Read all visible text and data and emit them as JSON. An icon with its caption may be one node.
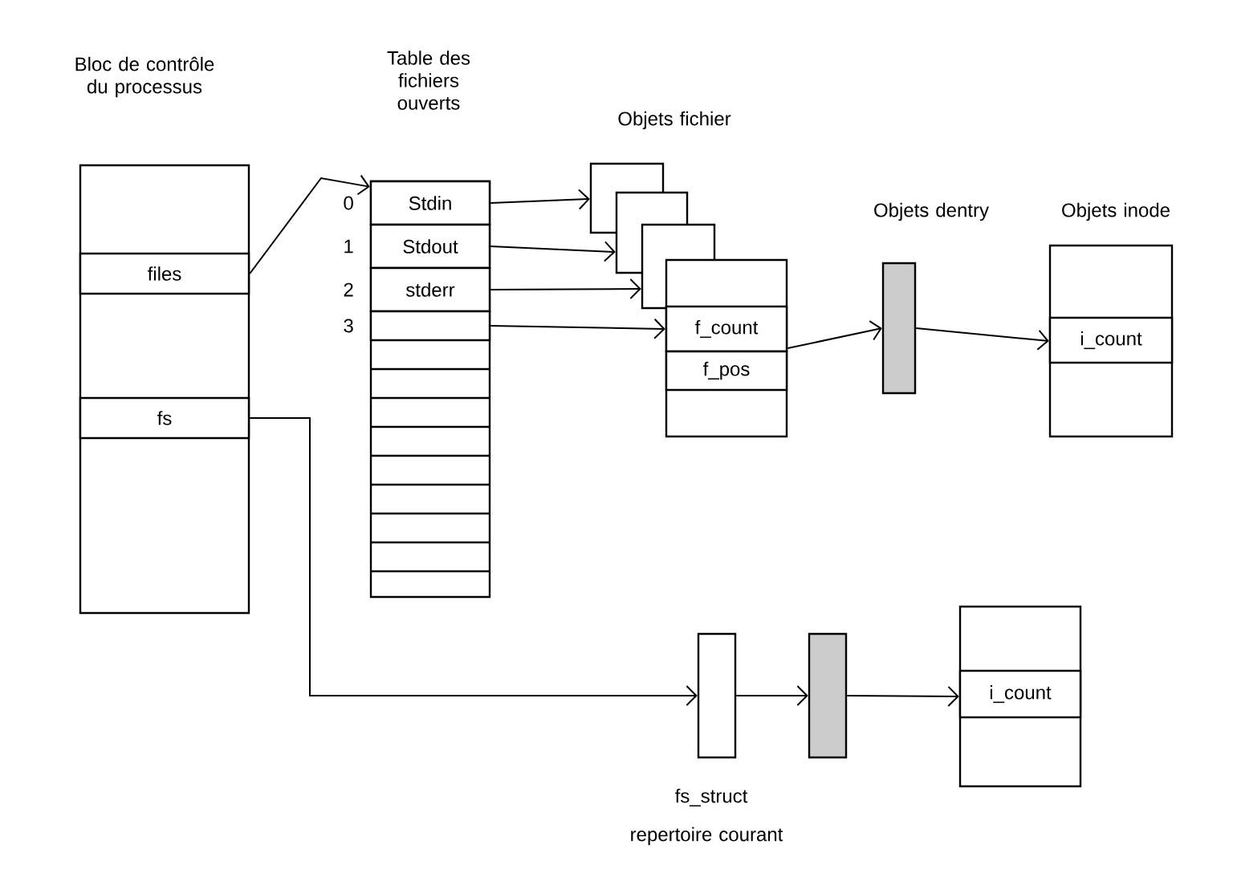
{
  "diagram": {
    "nodes": [
      {
        "text": [
          "Bloc de contrôle du processus"
        ]
      },
      {
        "text": [
          "files"
        ],
        "in": 0
      },
      {
        "text": [
          "fs"
        ],
        "in": 0
      },
      {
        "text": [
          "Table des fichiers ouverts"
        ]
      },
      {
        "text": [
          "Stdin"
        ],
        "in": 3,
        "beside": [
          "0"
        ]
      },
      {
        "text": [
          "Stdout"
        ],
        "in": 3,
        "beside": [
          "1"
        ]
      },
      {
        "text": [
          "stderr"
        ],
        "in": 3,
        "beside": [
          "2"
        ]
      },
      {
        "text": [],
        "shape": "box",
        "in": 3,
        "beside": [
          "3"
        ]
      },
      {
        "text": [],
        "shape": "box"
      },
      {
        "text": [],
        "shape": "box"
      },
      {
        "text": [],
        "shape": "box"
      },
      {
        "text": [],
        "shape": "box"
      },
      {
        "text": [
          "f_count"
        ],
        "in": 11
      },
      {
        "text": [
          "f_pos"
        ],
        "in": 11
      },
      {
        "text": [
          "Objets dentry"
        ]
      },
      {
        "text": [
          "Objets inode"
        ]
      },
      {
        "text": [
          "i_count"
        ],
        "in": 15
      },
      {
        "text": [],
        "shape": "bar"
      },
      {
        "text": [],
        "shape": "bar"
      },
      {
        "text": [],
        "shape": "box"
      },
      {
        "text": [
          "i_count"
        ],
        "in": 19
      }
    ],
    "edges": [
      {
        "from": 1,
        "to": 4,
        "arrow": "to"
      },
      {
        "from": 4,
        "to": 8,
        "arrow": "to"
      },
      {
        "from": 5,
        "to": 9,
        "arrow": "to"
      },
      {
        "from": 6,
        "to": 10,
        "arrow": "to"
      },
      {
        "from": 7,
        "to": 11,
        "arrow": "to"
      },
      {
        "from": 11,
        "to": 14,
        "arrow": "to"
      },
      {
        "from": 14,
        "to": 15,
        "arrow": "to"
      },
      {
        "from": 2,
        "to": 17,
        "arrow": "to"
      },
      {
        "from": 17,
        "to": 18,
        "arrow": "to"
      },
      {
        "from": 18,
        "to": 19,
        "arrow": "to"
      }
    ],
    "labels": [
      "Objets fichier",
      "fs_struct",
      "repertoire courant"
    ]
  }
}
